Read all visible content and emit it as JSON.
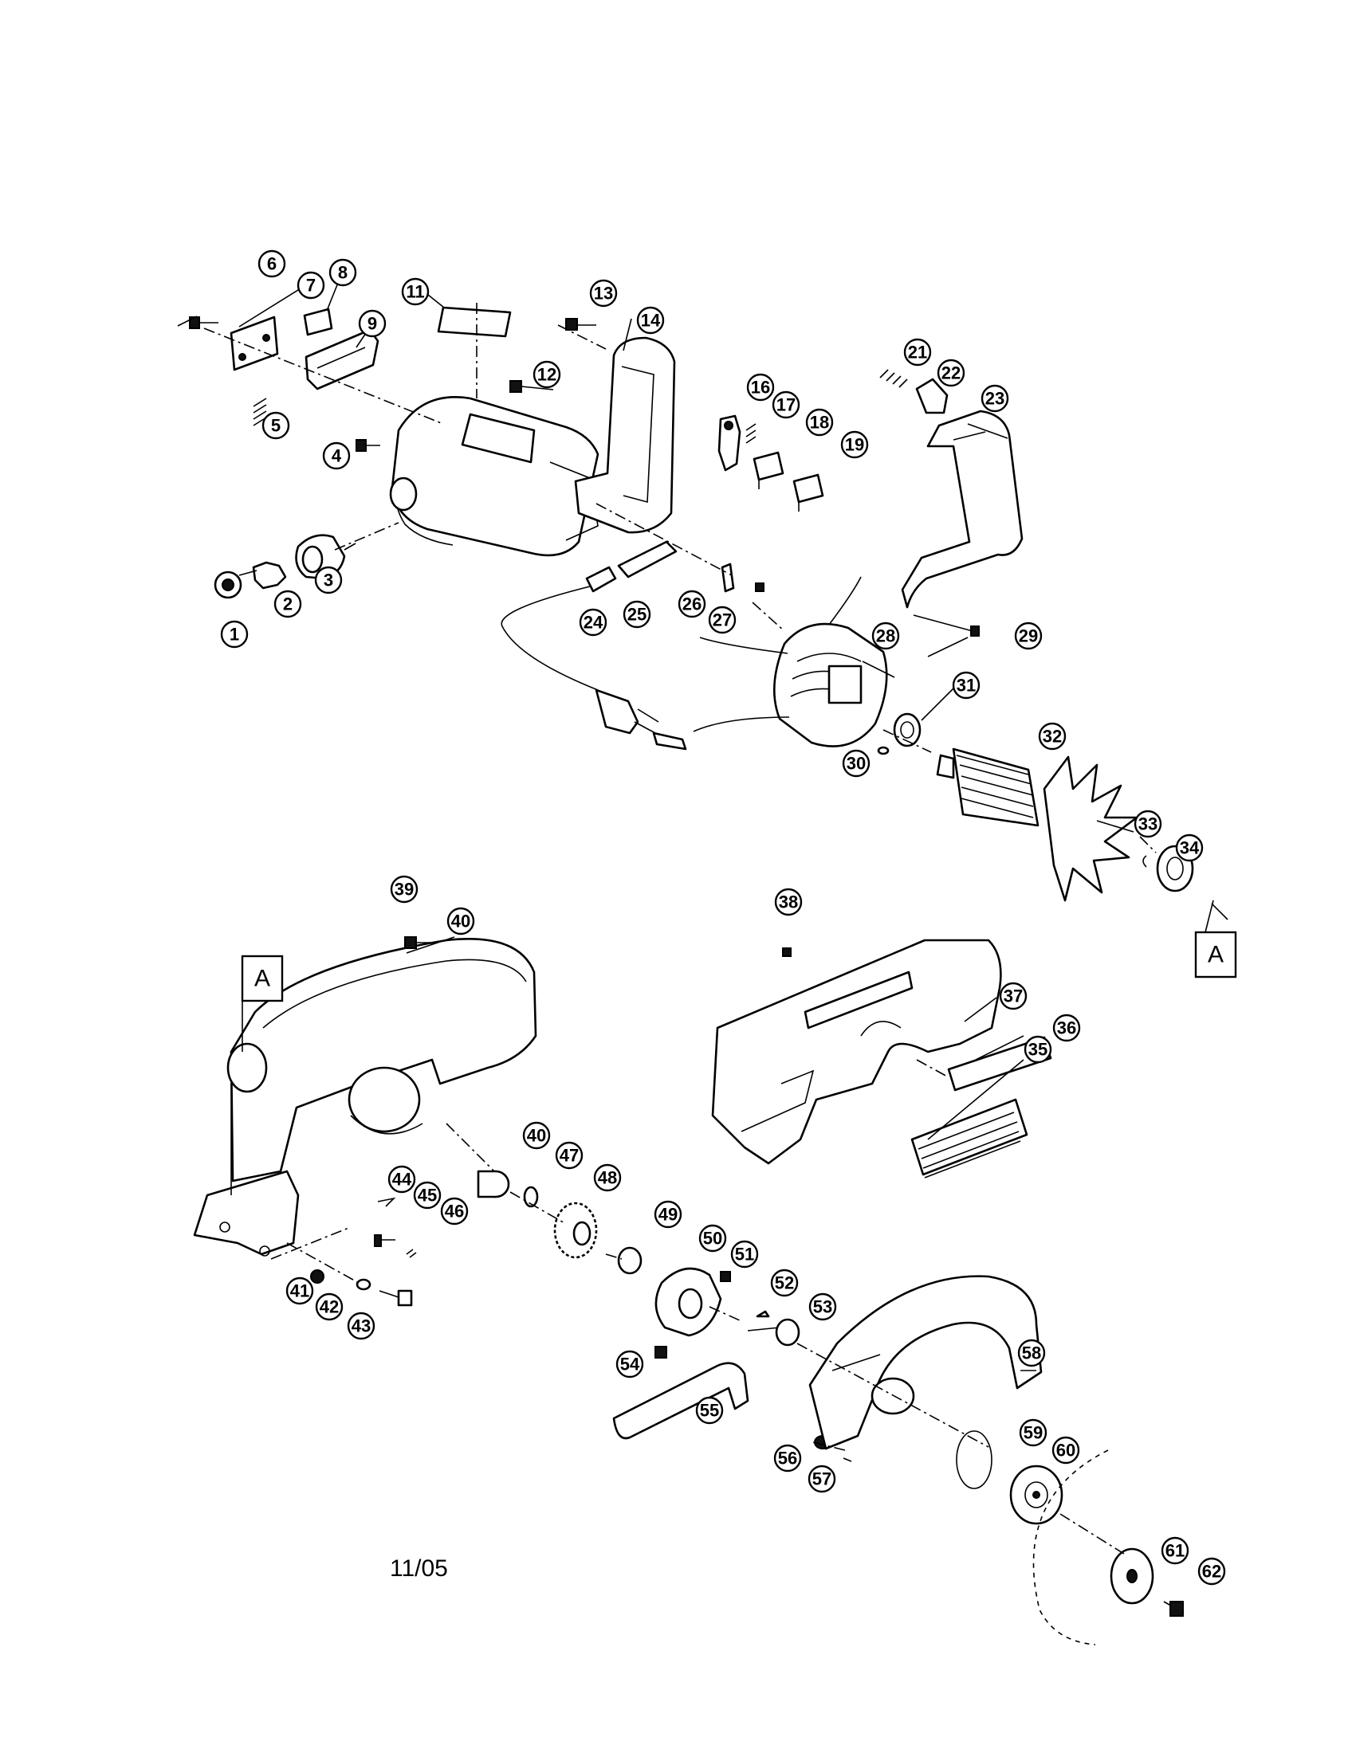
{
  "diagram": {
    "date_code": "11/05",
    "section_label": "A",
    "callouts": [
      {
        "n": "1"
      },
      {
        "n": "2"
      },
      {
        "n": "3"
      },
      {
        "n": "4"
      },
      {
        "n": "5"
      },
      {
        "n": "6"
      },
      {
        "n": "7"
      },
      {
        "n": "8"
      },
      {
        "n": "9"
      },
      {
        "n": "11"
      },
      {
        "n": "12"
      },
      {
        "n": "13"
      },
      {
        "n": "14"
      },
      {
        "n": "16"
      },
      {
        "n": "17"
      },
      {
        "n": "18"
      },
      {
        "n": "19"
      },
      {
        "n": "21"
      },
      {
        "n": "22"
      },
      {
        "n": "23"
      },
      {
        "n": "24"
      },
      {
        "n": "25"
      },
      {
        "n": "26"
      },
      {
        "n": "27"
      },
      {
        "n": "28"
      },
      {
        "n": "29"
      },
      {
        "n": "30"
      },
      {
        "n": "31"
      },
      {
        "n": "32"
      },
      {
        "n": "33"
      },
      {
        "n": "34"
      },
      {
        "n": "35"
      },
      {
        "n": "36"
      },
      {
        "n": "37"
      },
      {
        "n": "38"
      },
      {
        "n": "39"
      },
      {
        "n": "40"
      },
      {
        "n": "40"
      },
      {
        "n": "41"
      },
      {
        "n": "42"
      },
      {
        "n": "43"
      },
      {
        "n": "44"
      },
      {
        "n": "45"
      },
      {
        "n": "46"
      },
      {
        "n": "47"
      },
      {
        "n": "48"
      },
      {
        "n": "49"
      },
      {
        "n": "50"
      },
      {
        "n": "51"
      },
      {
        "n": "52"
      },
      {
        "n": "53"
      },
      {
        "n": "54"
      },
      {
        "n": "55"
      },
      {
        "n": "56"
      },
      {
        "n": "57"
      },
      {
        "n": "58"
      },
      {
        "n": "59"
      },
      {
        "n": "60"
      },
      {
        "n": "61"
      },
      {
        "n": "62"
      }
    ]
  }
}
